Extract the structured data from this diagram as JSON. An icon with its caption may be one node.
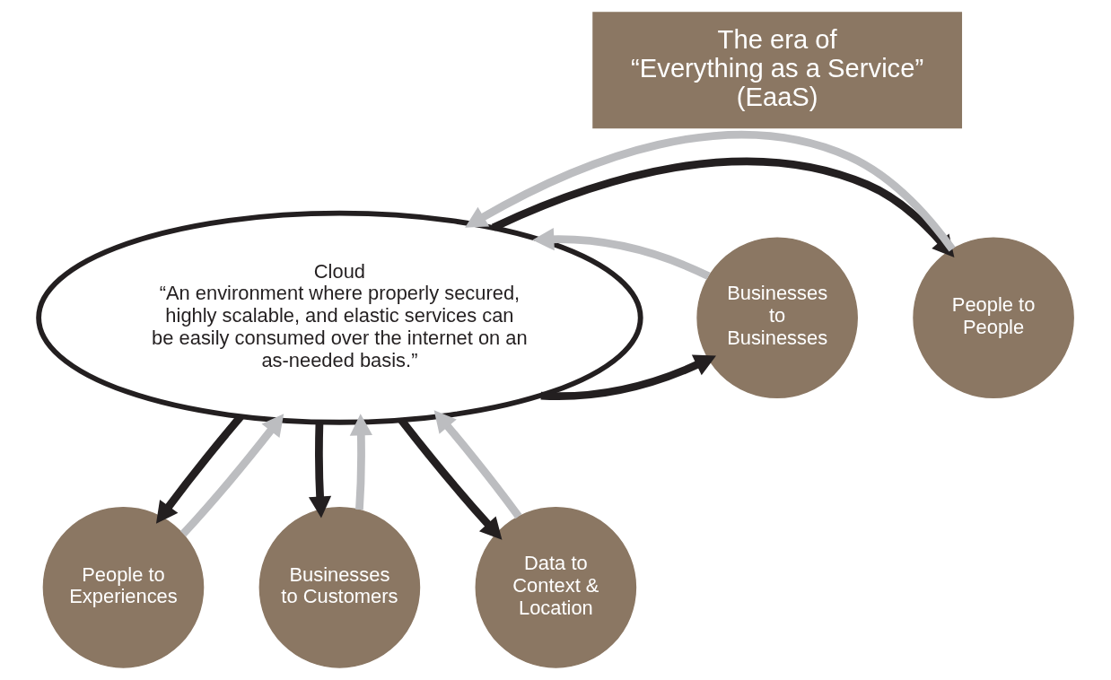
{
  "diagram": {
    "nodes": [
      {
        "text": [
          "The era of",
          "“Everything as a Service”",
          "(EaaS)"
        ]
      },
      {
        "text": [
          "Cloud",
          "“An environment where properly secured, highly scalable, and elastic services can be easily consumed over the internet on an as-needed basis.”"
        ]
      },
      {
        "text": [
          "People to People"
        ]
      },
      {
        "text": [
          "Businesses to Businesses"
        ]
      },
      {
        "text": [
          "People to Experiences"
        ]
      },
      {
        "text": [
          "Businesses to Customers"
        ]
      },
      {
        "text": [
          "Data to Context & Location"
        ]
      }
    ],
    "edges": [
      {
        "from": 1,
        "to": 2,
        "arrow": "to"
      },
      {
        "from": 2,
        "to": 1,
        "arrow": "to",
        "color": "#bcbdc0"
      },
      {
        "from": 1,
        "to": 3,
        "arrow": "to"
      },
      {
        "from": 3,
        "to": 1,
        "arrow": "to",
        "color": "#bcbdc0"
      },
      {
        "from": 1,
        "to": 4,
        "arrow": "to"
      },
      {
        "from": 4,
        "to": 1,
        "arrow": "to",
        "color": "#bcbdc0"
      },
      {
        "from": 1,
        "to": 5,
        "arrow": "to"
      },
      {
        "from": 5,
        "to": 1,
        "arrow": "to",
        "color": "#bcbdc0"
      },
      {
        "from": 1,
        "to": 6,
        "arrow": "to"
      },
      {
        "from": 6,
        "to": 1,
        "arrow": "to",
        "color": "#bcbdc0"
      }
    ]
  }
}
